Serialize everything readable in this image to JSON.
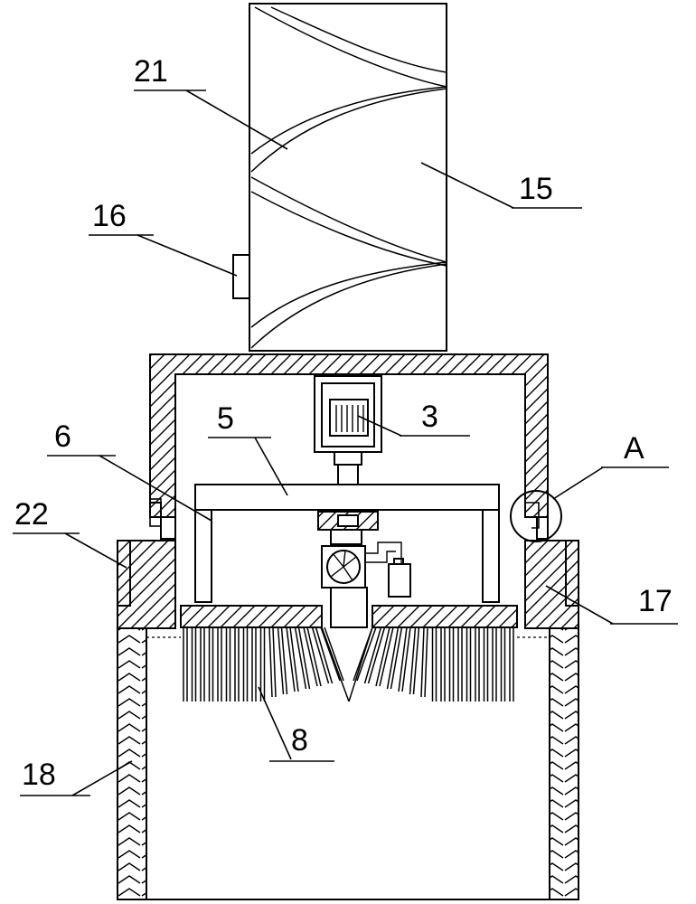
{
  "labels": {
    "l21": "21",
    "l15": "15",
    "l16": "16",
    "l3": "3",
    "l5": "5",
    "l6": "6",
    "lA": "A",
    "l22": "22",
    "l17": "17",
    "l8": "8",
    "l18": "18"
  },
  "colors": {
    "stroke": "#000000",
    "background": "#ffffff"
  }
}
